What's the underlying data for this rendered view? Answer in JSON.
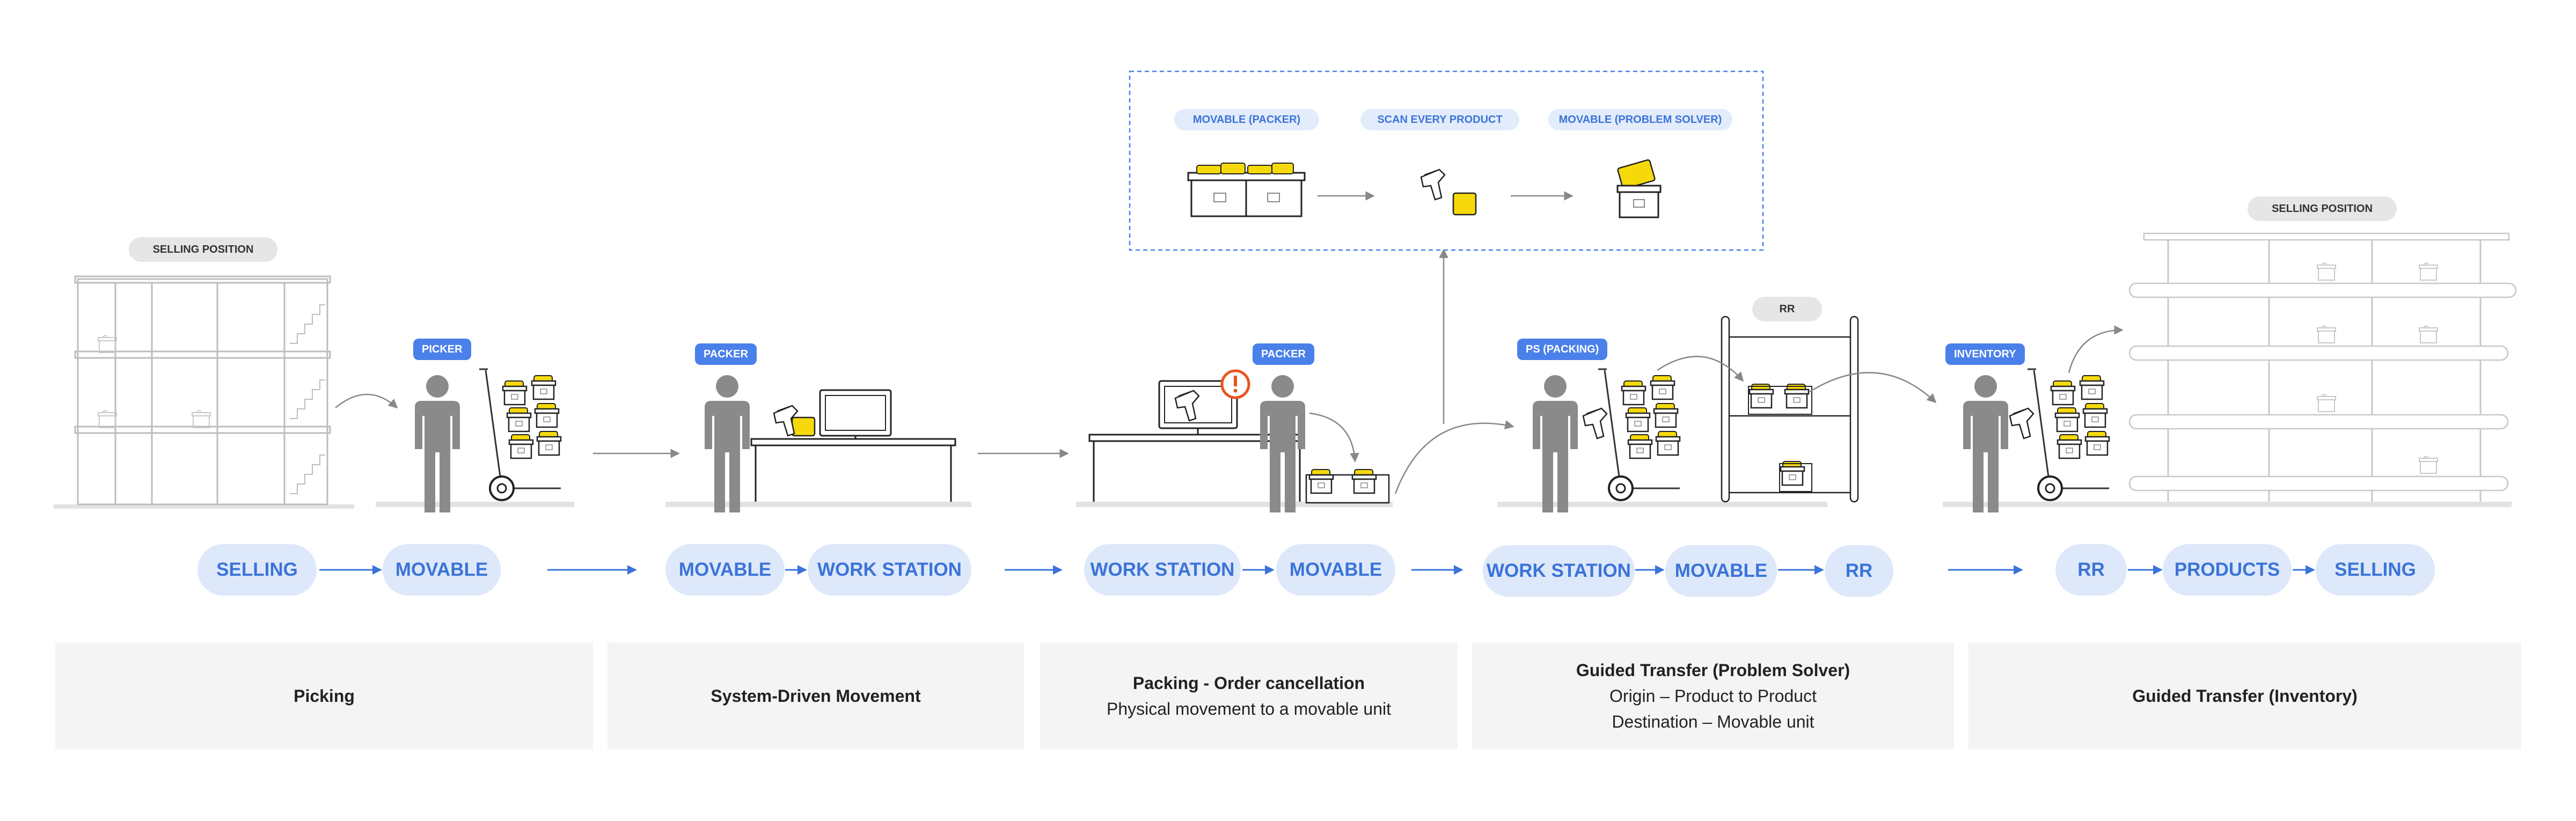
{
  "labels": {
    "selling_position": "SELLING POSITION",
    "selling_position_right": "SELLING POSITION",
    "rr_shelf": "RR"
  },
  "roles": {
    "picker": "PICKER",
    "packer1": "PACKER",
    "packer2": "PACKER",
    "ps_packing": "PS (PACKING)",
    "inventory": "INVENTORY"
  },
  "inset": {
    "movable_packer": "MOVABLE (PACKER)",
    "scan_every_product": "SCAN EVERY PRODUCT",
    "movable_problem_solver": "MOVABLE (PROBLEM SOLVER)"
  },
  "flows": [
    [
      "SELLING",
      "MOVABLE"
    ],
    [
      "MOVABLE",
      "WORK STATION"
    ],
    [
      "WORK STATION",
      "MOVABLE"
    ],
    [
      "WORK STATION",
      "MOVABLE",
      "RR"
    ],
    [
      "RR",
      "PRODUCTS",
      "SELLING"
    ]
  ],
  "stages": [
    {
      "title": "Picking",
      "lines": []
    },
    {
      "title": "System-Driven Movement",
      "lines": []
    },
    {
      "title": "Packing - Order cancellation",
      "lines": [
        "Physical movement to a movable unit"
      ]
    },
    {
      "title": "Guided Transfer (Problem Solver)",
      "lines": [
        "Origin – Product to Product",
        "Destination – Movable unit"
      ]
    },
    {
      "title": "Guided Transfer (Inventory)",
      "lines": []
    }
  ],
  "colors": {
    "accent": "#4a80ea",
    "pill_bg": "#dde8fa",
    "pill_text": "#3b73d9",
    "person": "#8a8a8a",
    "product_yellow": "#f5d90a",
    "alert": "#e8541c"
  }
}
